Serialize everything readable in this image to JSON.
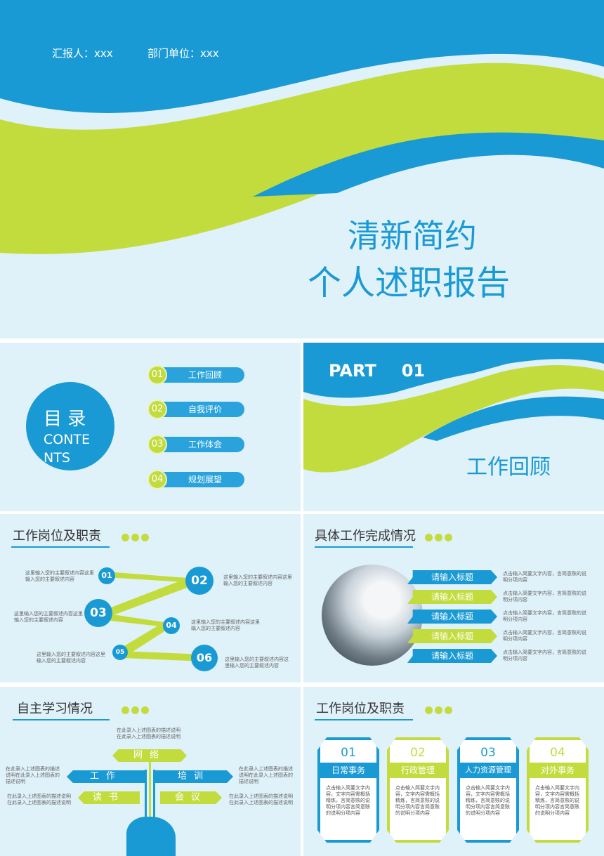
{
  "colors": {
    "blue": "#1a9ad4",
    "green": "#c3dc3d",
    "background": "#dff1f9"
  },
  "cover": {
    "reporter": "汇报人：xxx",
    "department": "部门单位：xxx",
    "title_line1": "清新简约",
    "title_line2": "个人述职报告"
  },
  "toc": {
    "title": "目 录",
    "subtitle": "CONTENTS",
    "items": [
      {
        "num": "01",
        "label": "工作回顾"
      },
      {
        "num": "02",
        "label": "自我评价"
      },
      {
        "num": "03",
        "label": "工作体会"
      },
      {
        "num": "04",
        "label": "规划展望"
      }
    ]
  },
  "part": {
    "label": "PART",
    "num": "01",
    "title": "工作回顾"
  },
  "duties": {
    "title": "工作岗位及职责",
    "steps": [
      {
        "num": "01",
        "text": "这里输入您的主要叙述内容这里输入您的主要叙述内容"
      },
      {
        "num": "02",
        "text": "这里输入您的主要叙述内容这里输入您的主要叙述内容"
      },
      {
        "num": "03",
        "text": "这里输入您的主要叙述内容这里输入您的主要叙述内容"
      },
      {
        "num": "04",
        "text": "这里输入您的主要叙述内容这里输入您的主要叙述内容"
      },
      {
        "num": "05",
        "text": "这里输入您的主要叙述内容这里输入您的主要叙述内容"
      },
      {
        "num": "06",
        "text": "这里输入您的主要叙述内容这里输入您的主要叙述内容"
      }
    ]
  },
  "completion": {
    "title": "具体工作完成情况",
    "items": [
      {
        "label": "请输入标题",
        "text": "点击输入简要文字内容，言简意赅的说明分项内容"
      },
      {
        "label": "请输入标题",
        "text": "点击输入简要文字内容，言简意赅的说明分项内容"
      },
      {
        "label": "请输入标题",
        "text": "点击输入简要文字内容，言简意赅的说明分项内容"
      },
      {
        "label": "请输入标题",
        "text": "点击输入简要文字内容，言简意赅的说明分项内容"
      },
      {
        "label": "请输入标题",
        "text": "点击输入简要文字内容，言简意赅的说明分项内容"
      }
    ]
  },
  "study": {
    "title": "自主学习情况",
    "top_text": "在此录入上述图表的描述说明\n在此录入上述图表的描述说明",
    "branches": [
      {
        "label": "网络"
      },
      {
        "label": "工作",
        "text": "在此录入上述图表的描述说明在此录入上述图表的描述说明"
      },
      {
        "label": "培训",
        "text": "在此录入上述图表的描述说明在此录入上述图表的描述说明"
      },
      {
        "label": "读书",
        "text": "在此录入上述图表的描述说明在此录入上述图表的描述说明"
      },
      {
        "label": "会议",
        "text": "在此录入上述图表的描述说明在此录入上述图表的描述说明"
      }
    ]
  },
  "roles": {
    "title": "工作岗位及职责",
    "items": [
      {
        "num": "01",
        "label": "日常事务",
        "text": "点击输入简要文字内容，文字内容需概括精炼，言简意赅的说明分项内容言简意赅的说明分项内容"
      },
      {
        "num": "02",
        "label": "行政管理",
        "text": "点击输入简要文字内容，文字内容需概括精炼，言简意赅的说明分项内容言简意赅的说明分项内容"
      },
      {
        "num": "03",
        "label": "人力资源管理",
        "text": "点击输入简要文字内容，文字内容需概括精炼，言简意赅的说明分项内容言简意赅的说明分项内容"
      },
      {
        "num": "04",
        "label": "对外事务",
        "text": "点击输入简要文字内容，文字内容需概括精炼，言简意赅的说明分项内容言简意赅的说明分项内容"
      }
    ]
  }
}
